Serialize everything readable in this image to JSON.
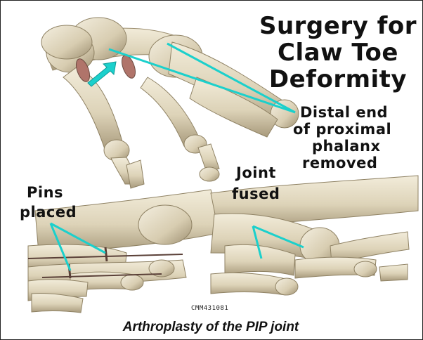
{
  "title": [
    "Surgery for",
    "Claw Toe",
    "Deformity"
  ],
  "labels": {
    "distal_end": [
      "Distal end",
      "of proximal",
      "phalanx",
      "removed"
    ],
    "joint_fused": [
      "Joint",
      "fused"
    ],
    "pins_placed": [
      "Pins",
      "placed"
    ]
  },
  "credit": "CMM431081",
  "caption": "Arthroplasty of the PIP joint",
  "colors": {
    "bone": "#e4dcc4",
    "bone_shadow": "#b9ab8d",
    "pointer": "#1bd0cc",
    "cut_surface": "#b0746a",
    "pin": "#5a4038"
  }
}
